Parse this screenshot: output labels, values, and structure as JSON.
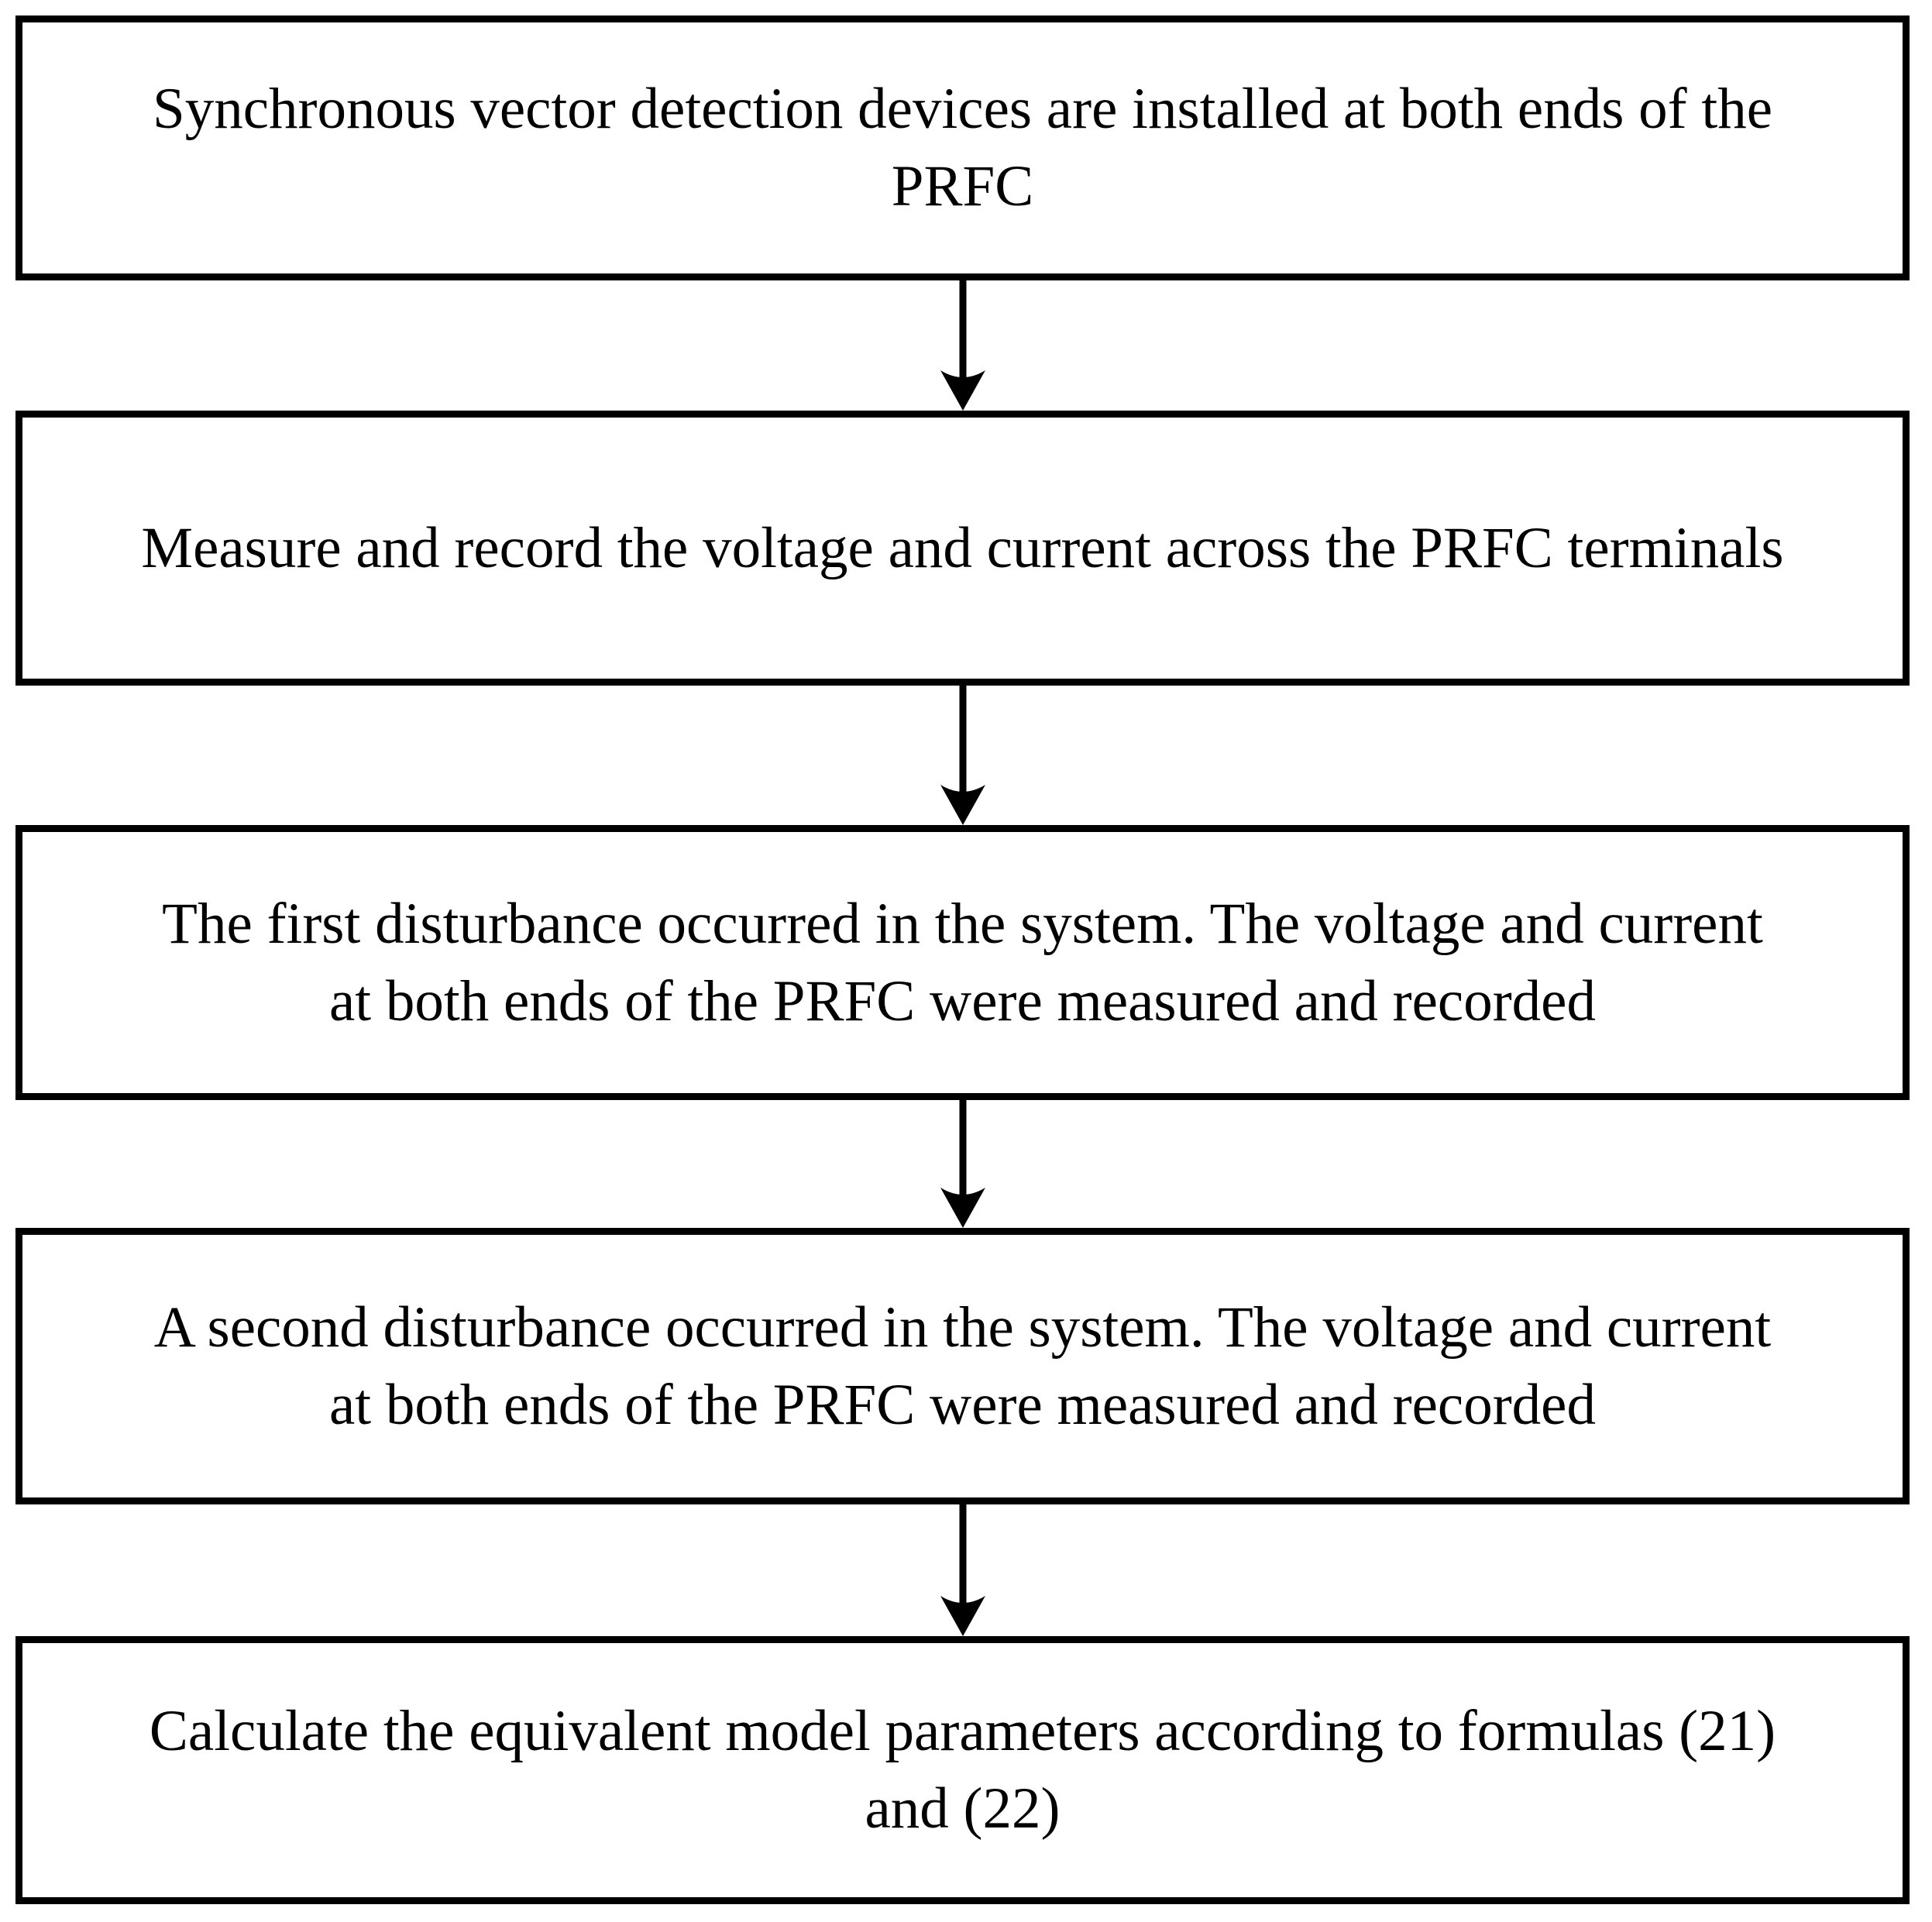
{
  "figure": {
    "type": "flowchart",
    "direction": "top-down",
    "colors": {
      "background": "#ffffff",
      "box_fill": "#ffffff",
      "line": "#000000",
      "text": "#000000"
    },
    "steps": [
      {
        "id": 1,
        "text": "Synchronous vector detection devices are installed at both ends of the\nPRFC"
      },
      {
        "id": 2,
        "text": "Measure and record the voltage and current across the PRFC terminals"
      },
      {
        "id": 3,
        "text": "The first disturbance occurred in the system. The voltage and current\nat both ends of the PRFC were measured and recorded"
      },
      {
        "id": 4,
        "text": "A second disturbance occurred in the system. The voltage and current\nat both ends of the PRFC were measured and recorded"
      },
      {
        "id": 5,
        "text": "Calculate the equivalent model parameters according to formulas (21)\nand (22)"
      }
    ],
    "connectors": [
      {
        "from": 1,
        "to": 2,
        "type": "arrow-down"
      },
      {
        "from": 2,
        "to": 3,
        "type": "arrow-down"
      },
      {
        "from": 3,
        "to": 4,
        "type": "arrow-down"
      },
      {
        "from": 4,
        "to": 5,
        "type": "arrow-down"
      }
    ]
  }
}
